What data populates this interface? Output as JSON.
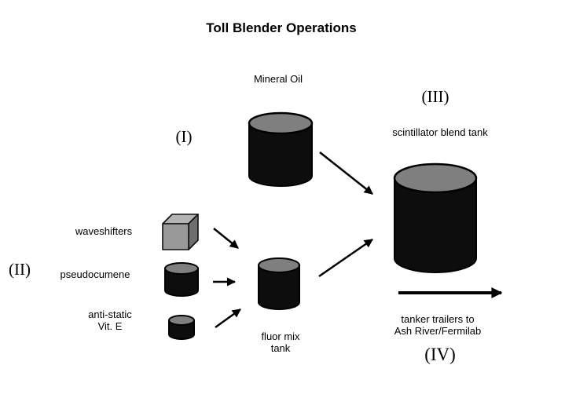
{
  "title": "Toll Blender Operations",
  "colors": {
    "background": "#ffffff",
    "tank_body": "#0d0d0d",
    "tank_top": "#7f7f7f",
    "cube_front": "#999999",
    "cube_top": "#b3b3b3",
    "cube_side": "#6e6e6e",
    "arrow": "#000000",
    "text": "#000000"
  },
  "labels": {
    "stage_i": "(I)",
    "stage_ii": "(II)",
    "stage_iii": "(III)",
    "stage_iv": "(IV)",
    "mineral_oil": "Mineral Oil",
    "waveshifters": "waveshifters",
    "pseudocumene": "pseudocumene",
    "anti_static_1": "anti-static",
    "anti_static_2": "Vit. E",
    "fluor_mix_1": "fluor mix",
    "fluor_mix_2": "tank",
    "blend_tank": "scintillator blend tank",
    "output_1": "tanker trailers to",
    "output_2": "Ash River/Fermilab"
  }
}
